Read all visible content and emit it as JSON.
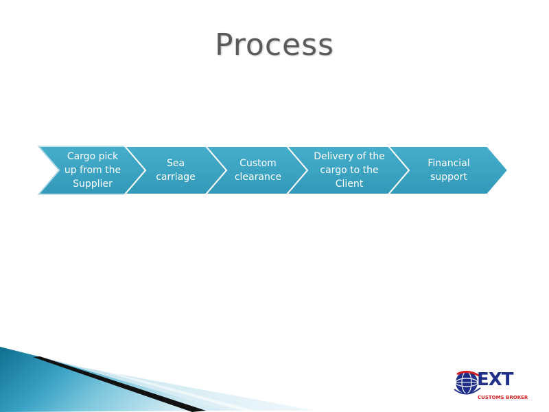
{
  "title": "Process",
  "colors": {
    "chevron_fill": "#3ba3c2",
    "chevron_stroke": "#ffffff",
    "logo_blue": "#1f2f8a",
    "logo_red": "#d42020"
  },
  "steps": [
    {
      "label": "Cargo pick\nup from the\nSupplier"
    },
    {
      "label": "Sea\ncarriage"
    },
    {
      "label": "Custom\nclearance"
    },
    {
      "label": "Delivery of the\ncargo to the\nClient"
    },
    {
      "label": "Financial\nsupport"
    }
  ],
  "logo": {
    "name": "EXT",
    "tagline": "CUSTOMS BROKER",
    "icon": "globe-icon"
  }
}
